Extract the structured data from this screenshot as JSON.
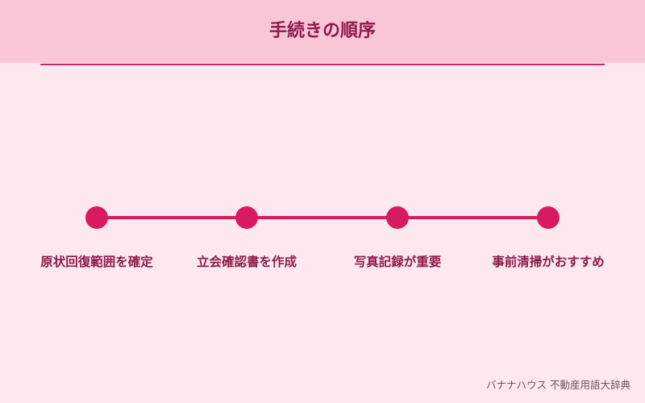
{
  "header": {
    "title": "手続きの順序"
  },
  "steps": [
    {
      "label": "原状回復範囲を確定"
    },
    {
      "label": "立会確認書を作成"
    },
    {
      "label": "写真記録が重要"
    },
    {
      "label": "事前清掃がおすすめ"
    }
  ],
  "colors": {
    "background": "#fde8ef",
    "header_band": "#f9c6d8",
    "accent": "#d81b60",
    "text": "#8e1a4a"
  },
  "footer": {
    "credit": "バナナハウス 不動産用語大辞典"
  }
}
